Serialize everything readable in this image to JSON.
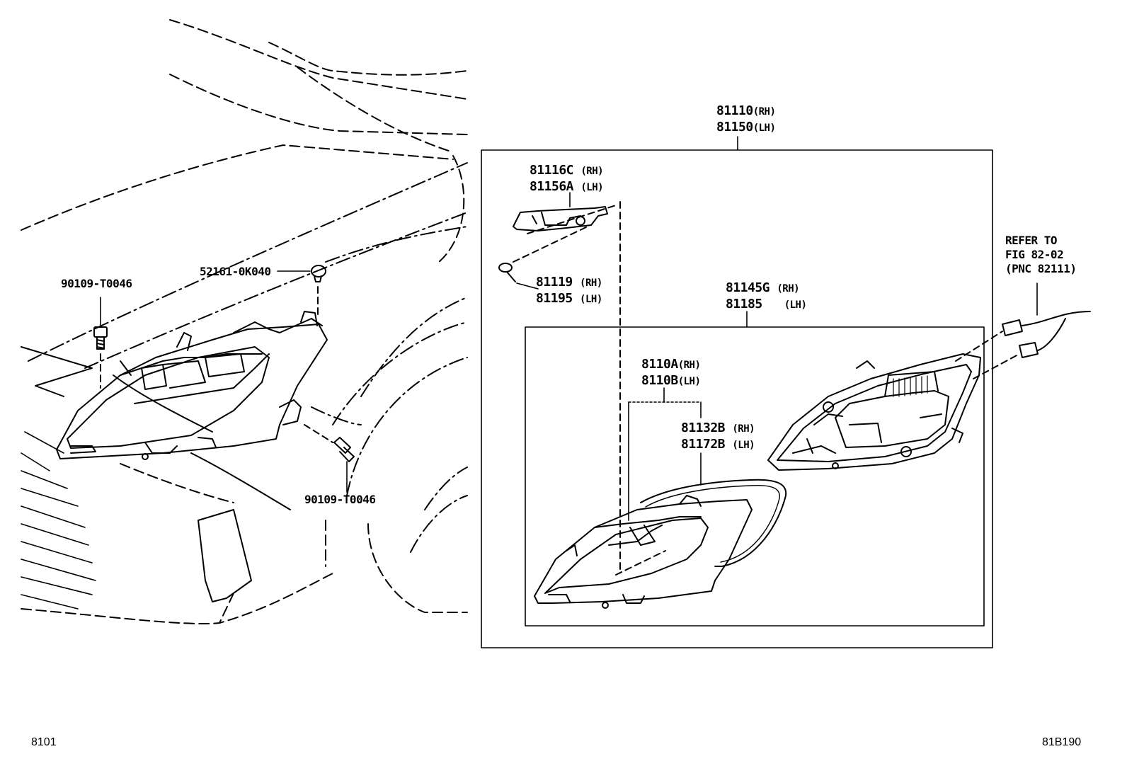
{
  "labels": {
    "assembly": {
      "rh_part": "81110",
      "rh_side": "(RH)",
      "lh_part": "81150",
      "lh_side": "(LH)"
    },
    "bracket": {
      "rh_part": "81116C",
      "rh_side": "(RH)",
      "lh_part": "81156A",
      "lh_side": "(LH)"
    },
    "screw": {
      "rh_part": "81119",
      "rh_side": "(RH)",
      "lh_part": "81195",
      "lh_side": "(LH)"
    },
    "unit": {
      "rh_part": "81145G",
      "rh_side": "(RH)",
      "lh_part": "81185",
      "lh_side": "(LH)"
    },
    "lens_sub": {
      "rh_part": "8110A",
      "rh_side": "(RH)",
      "lh_part": "8110B",
      "lh_side": "(LH)"
    },
    "gasket": {
      "rh_part": "81132B",
      "rh_side": "(RH)",
      "lh_part": "81172B",
      "lh_side": "(LH)"
    },
    "bolt_left": "90109-T0046",
    "bolt_right": "90109-T0046",
    "clip": "52161-0K040",
    "refer": {
      "line1": "REFER TO",
      "line2": "FIG 82-02",
      "line3": "(PNC 82111)"
    }
  },
  "footer": {
    "page_code": "8101",
    "figure_code": "81B190"
  }
}
